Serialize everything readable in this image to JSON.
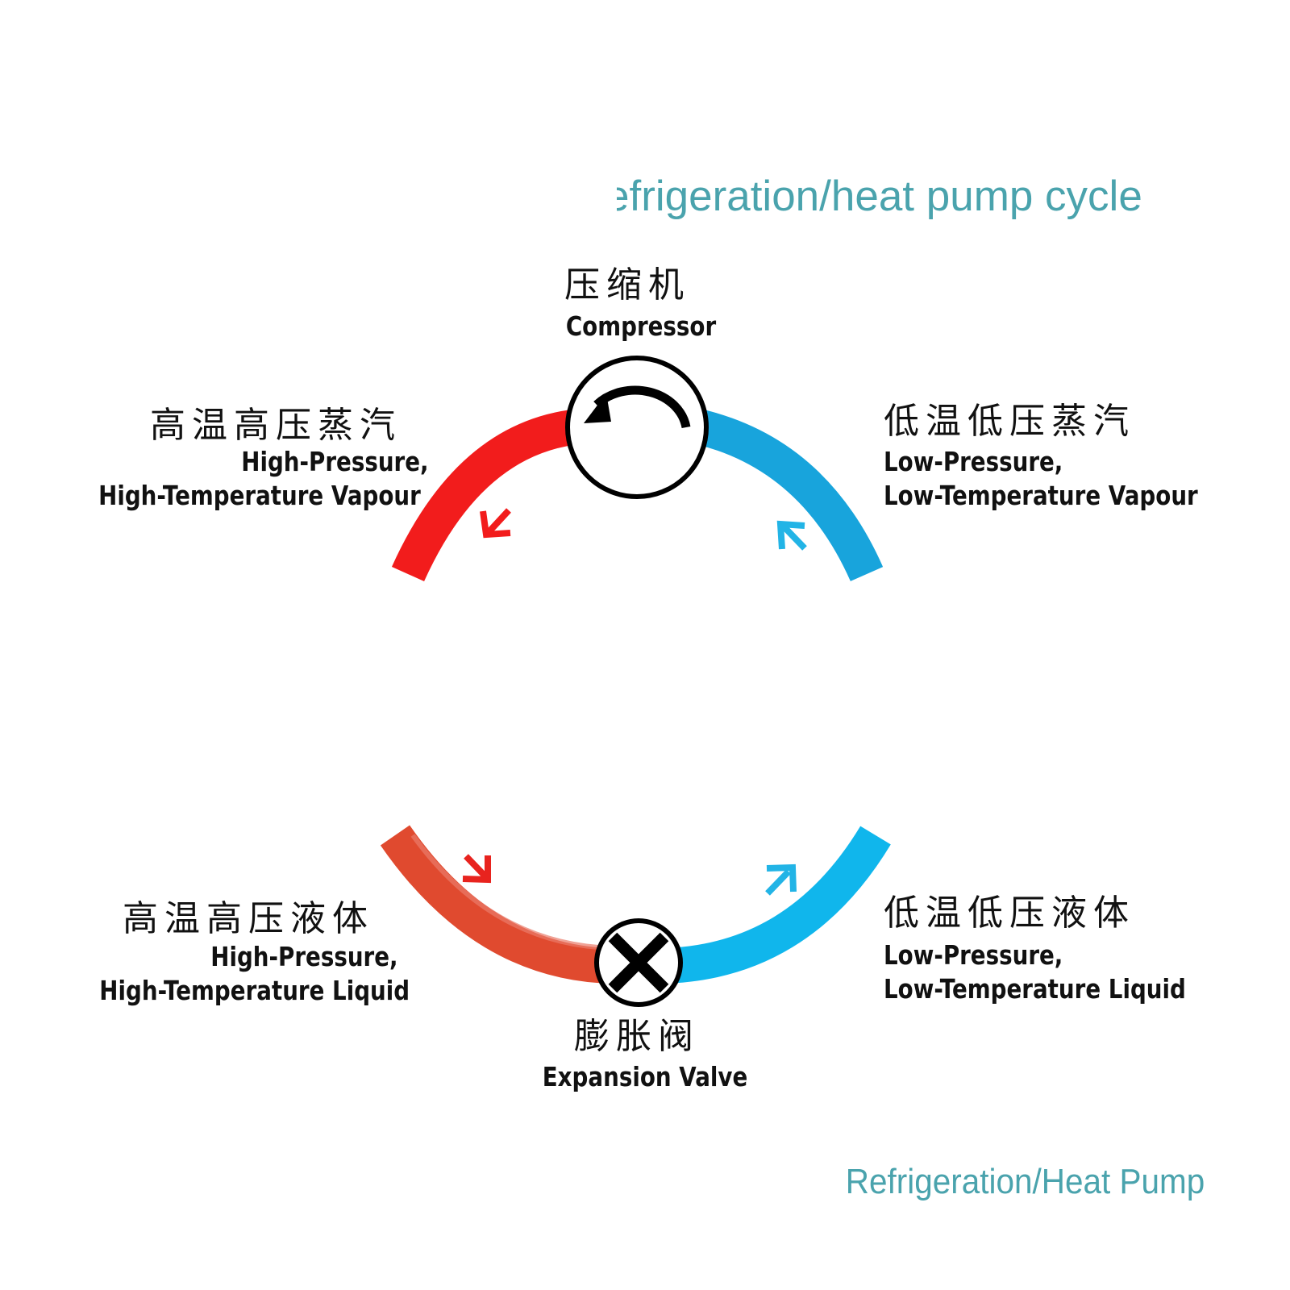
{
  "title": "efrigeration/heat pump cycle",
  "footer": "Refrigeration/Heat Pump",
  "colors": {
    "hot_vapour": "#f21c1c",
    "hot_liquid": "#e04a2f",
    "cold_vapour": "#18a4dc",
    "cold_liquid": "#10b6ec",
    "caption": "#4aa3ad"
  },
  "components": {
    "compressor": {
      "zh": "压缩机",
      "en": "Compressor",
      "icon": "rotate-ccw-icon"
    },
    "expansion_valve": {
      "zh": "膨胀阀",
      "en": "Expansion Valve",
      "icon": "x-valve-icon"
    }
  },
  "states": {
    "hp_vapour": {
      "zh": "高温高压蒸汽",
      "en1": "High-Pressure,",
      "en2": "High-Temperature Vapour"
    },
    "lp_vapour": {
      "zh": "低温低压蒸汽",
      "en1": "Low-Pressure,",
      "en2": "Low-Temperature Vapour"
    },
    "hp_liquid": {
      "zh": "高温高压液体",
      "en1": "High-Pressure,",
      "en2": "High-Temperature Liquid"
    },
    "lp_liquid": {
      "zh": "低温低压液体",
      "en1": "Low-Pressure,",
      "en2": "Low-Temperature Liquid"
    }
  }
}
